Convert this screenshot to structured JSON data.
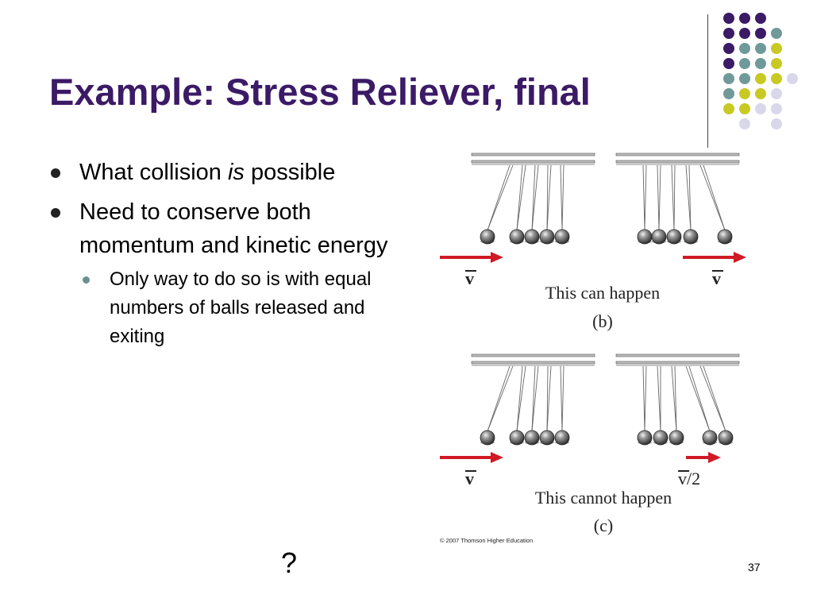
{
  "slide": {
    "title": "Example: Stress Reliever, final",
    "bullets": [
      {
        "pre": "What collision ",
        "em": "is",
        "post": " possible"
      },
      {
        "text": "Need to conserve both momentum and kinetic energy"
      }
    ],
    "sub_bullet": "Only way to do so is with equal numbers of balls released and exiting",
    "question_mark": "?",
    "page_number": "37"
  },
  "figure": {
    "panel_b": {
      "velocity_left": "v",
      "velocity_right": "v",
      "caption": "This can happen",
      "label": "(b)"
    },
    "panel_c": {
      "velocity_left": "v",
      "velocity_right": "v/2",
      "caption": "This cannot happen",
      "label": "(c)"
    },
    "copyright": "© 2007 Thomson Higher Education"
  },
  "colors": {
    "title": "#3b1a66",
    "dot_purple": "#3b1a66",
    "dot_teal": "#6f9a99",
    "dot_yellow": "#c9c924",
    "dot_lavender": "#d8d8ea",
    "arrow": "#d01a26"
  }
}
